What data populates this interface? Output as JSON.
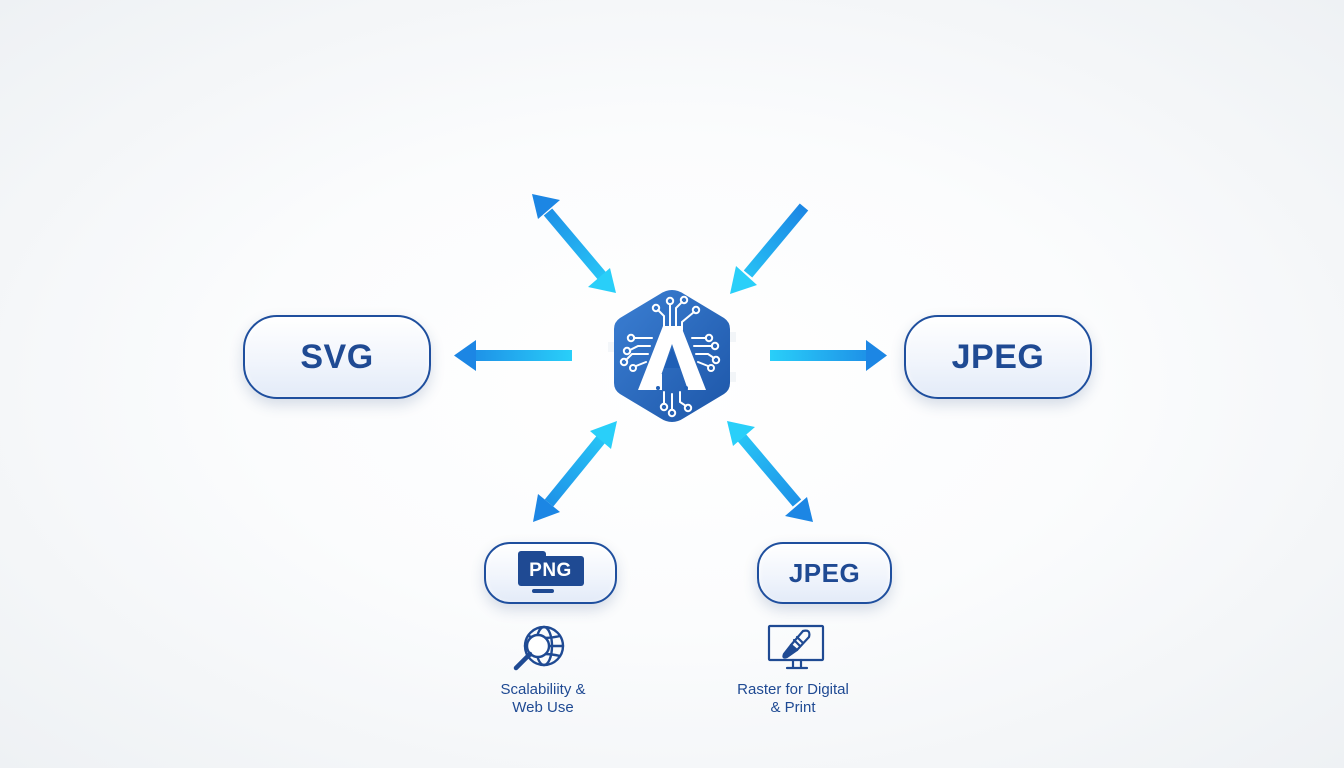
{
  "diagram": {
    "center_node": {
      "label": "A",
      "icon": "ai-circuit-hexagon-icon",
      "color": "#2a68bf"
    },
    "nodes": [
      {
        "id": "svg",
        "label": "SVG",
        "position": "left"
      },
      {
        "id": "jpeg-right",
        "label": "JPEG",
        "position": "right"
      },
      {
        "id": "png",
        "label": "PNG",
        "position": "bottom-left",
        "icon": "monitor-badge-icon"
      },
      {
        "id": "jpeg-bottom",
        "label": "JPEG",
        "position": "bottom-right"
      }
    ],
    "features": [
      {
        "id": "scalability",
        "icon": "magnifier-globe-icon",
        "line1": "Scalabiliity &",
        "line2": "Web Use"
      },
      {
        "id": "raster",
        "icon": "monitor-brush-icon",
        "line1": "Raster for Digital",
        "line2": "& Print"
      }
    ],
    "arrows": [
      {
        "id": "top-left",
        "direction": "bidirectional",
        "from": "upper-left",
        "to": "center"
      },
      {
        "id": "top-right",
        "direction": "inward",
        "from": "upper-right",
        "to": "center"
      },
      {
        "id": "left",
        "direction": "outward",
        "from": "center",
        "to": "svg"
      },
      {
        "id": "right",
        "direction": "outward",
        "from": "center",
        "to": "jpeg-right"
      },
      {
        "id": "bottom-left",
        "direction": "bidirectional",
        "from": "center",
        "to": "png"
      },
      {
        "id": "bottom-right",
        "direction": "bidirectional",
        "from": "center",
        "to": "jpeg-bottom"
      }
    ],
    "colors": {
      "arrow_light": "#29cff9",
      "arrow_dark": "#1c86e4",
      "outline": "#1f4f9e",
      "text": "#1f4a93",
      "hub_light": "#3b7fd3",
      "hub_dark": "#1d56a8"
    }
  }
}
